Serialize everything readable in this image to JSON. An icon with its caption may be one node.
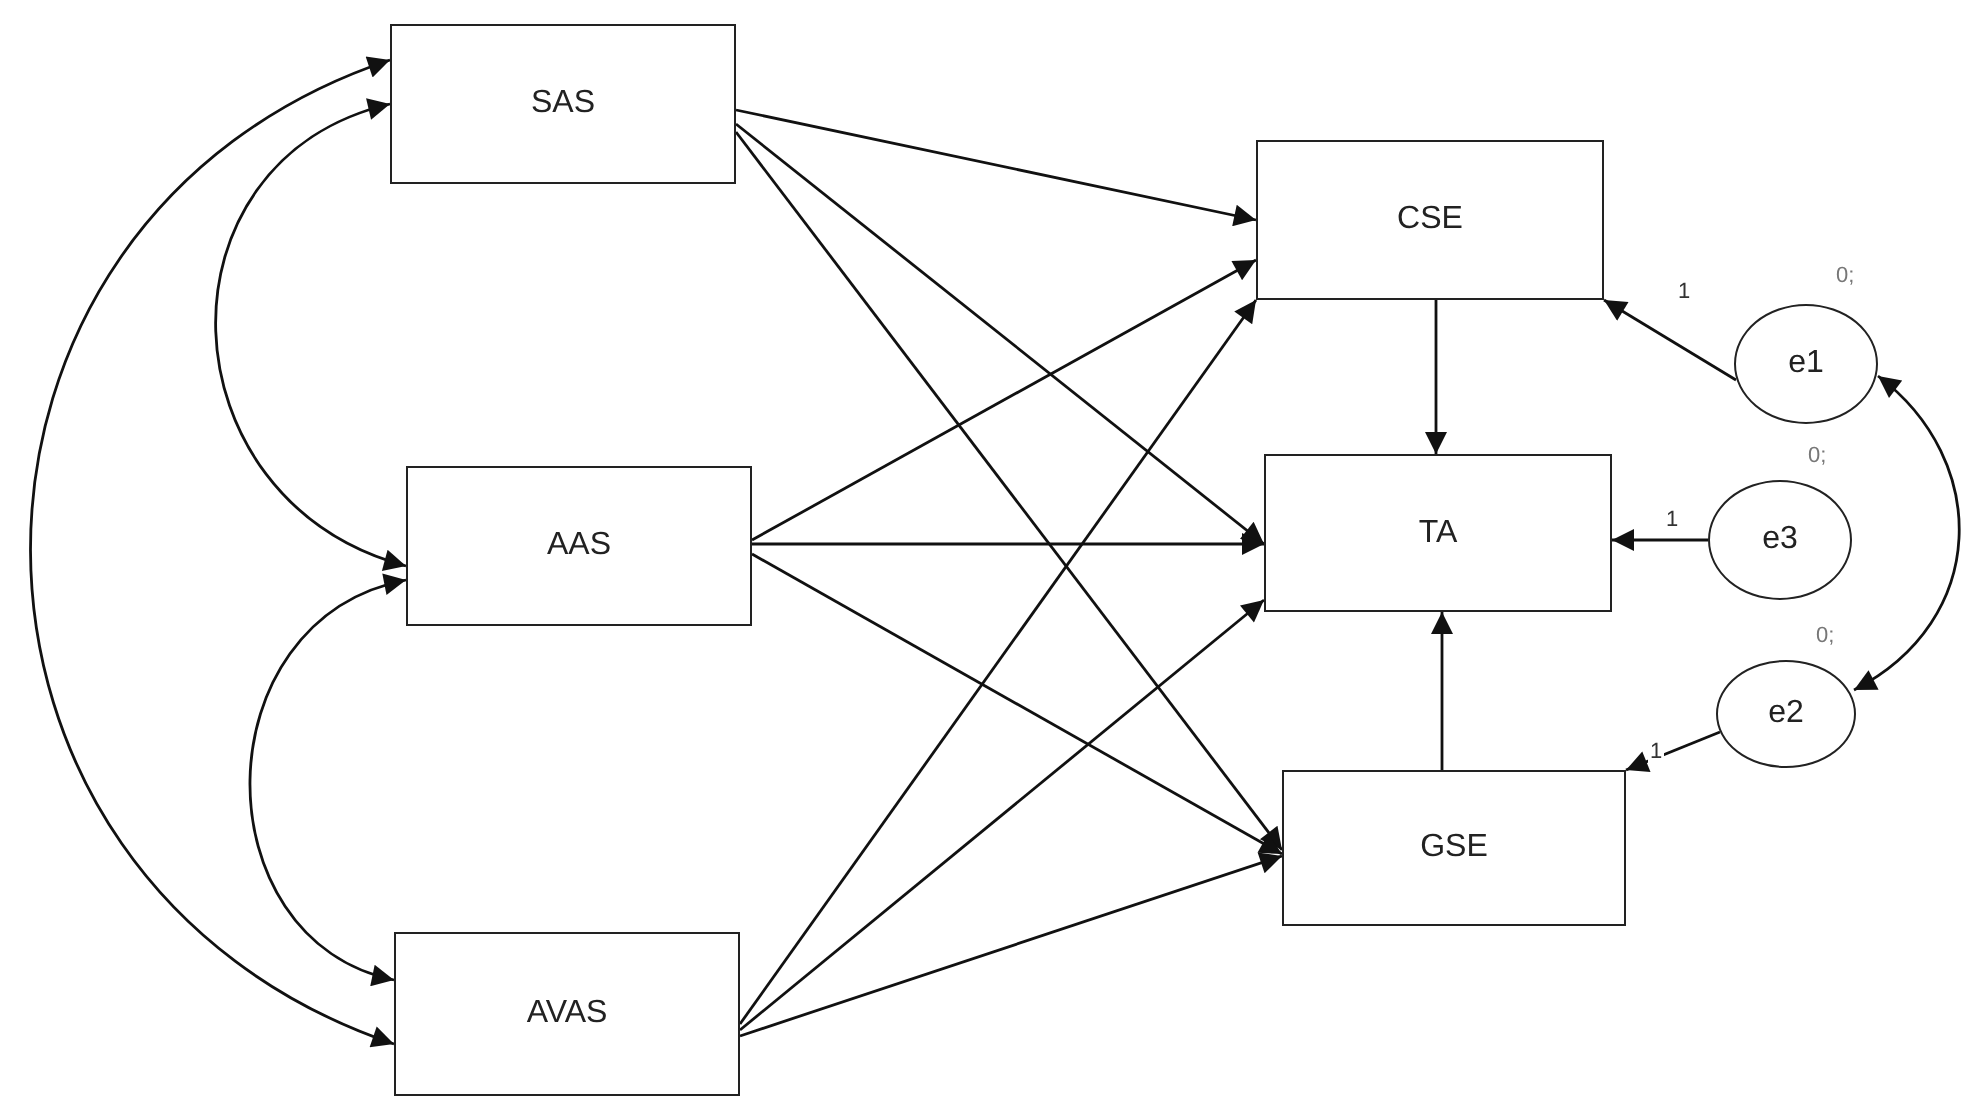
{
  "diagram": {
    "nodes": [
      {
        "text": [
          "SAS"
        ]
      },
      {
        "text": [
          "AAS"
        ]
      },
      {
        "text": [
          "AVAS"
        ]
      },
      {
        "text": [
          "CSE"
        ]
      },
      {
        "text": [
          "TA"
        ]
      },
      {
        "text": [
          "GSE"
        ]
      },
      {
        "text": [
          "e1"
        ],
        "beside": [
          "0;"
        ]
      },
      {
        "text": [
          "e3"
        ],
        "beside": [
          "0;"
        ]
      },
      {
        "text": [
          "e2"
        ],
        "beside": [
          "0;"
        ]
      }
    ],
    "edges": [
      {
        "from": 0,
        "to": 3,
        "arrow": "to"
      },
      {
        "from": 0,
        "to": 4,
        "arrow": "to"
      },
      {
        "from": 0,
        "to": 5,
        "arrow": "to"
      },
      {
        "from": 1,
        "to": 3,
        "arrow": "to"
      },
      {
        "from": 1,
        "to": 4,
        "arrow": "to"
      },
      {
        "from": 1,
        "to": 5,
        "arrow": "to"
      },
      {
        "from": 2,
        "to": 3,
        "arrow": "to"
      },
      {
        "from": 2,
        "to": 4,
        "arrow": "to"
      },
      {
        "from": 2,
        "to": 5,
        "arrow": "to"
      },
      {
        "from": 3,
        "to": 4,
        "arrow": "to"
      },
      {
        "from": 5,
        "to": 4,
        "arrow": "to"
      },
      {
        "from": 6,
        "to": 3,
        "arrow": "to",
        "label": "1"
      },
      {
        "from": 7,
        "to": 4,
        "arrow": "to",
        "label": "1"
      },
      {
        "from": 8,
        "to": 5,
        "arrow": "to",
        "label": "1"
      },
      {
        "from": 0,
        "to": 1,
        "arrow": "both"
      },
      {
        "from": 1,
        "to": 2,
        "arrow": "both"
      },
      {
        "from": 0,
        "to": 2,
        "arrow": "both"
      },
      {
        "from": 6,
        "to": 8,
        "arrow": "both"
      }
    ]
  }
}
